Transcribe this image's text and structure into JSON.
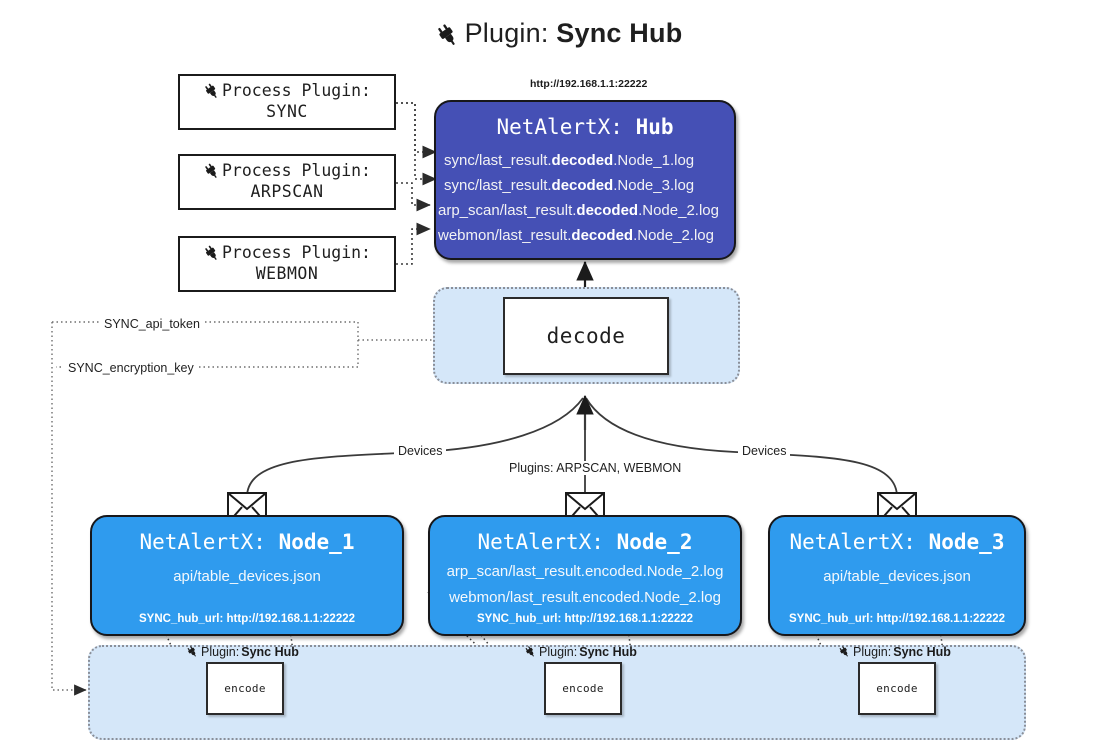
{
  "title": {
    "icon": "plug-icon",
    "label": "Plugin:",
    "name": "Sync Hub"
  },
  "process_plugins": [
    {
      "icon": "plug-icon",
      "heading": "Process Plugin:",
      "name": "SYNC"
    },
    {
      "icon": "plug-icon",
      "heading": "Process Plugin:",
      "name": "ARPSCAN"
    },
    {
      "icon": "plug-icon",
      "heading": "Process Plugin:",
      "name": "WEBMON"
    }
  ],
  "hub": {
    "url": "http://192.168.1.1:22222",
    "app": "NetAlertX:",
    "name": "Hub",
    "logs": [
      {
        "pre": "sync/last_result.",
        "mid": "decoded",
        "post": ".Node_1.log"
      },
      {
        "pre": "sync/last_result.",
        "mid": "decoded",
        "post": ".Node_3.log"
      },
      {
        "pre": "arp_scan/last_result.",
        "mid": "decoded",
        "post": ".Node_2.log"
      },
      {
        "pre": "webmon/last_result.",
        "mid": "decoded",
        "post": ".Node_2.log"
      }
    ]
  },
  "decode": {
    "label": "decode"
  },
  "secrets": [
    {
      "label": "SYNC_api_token"
    },
    {
      "label": "SYNC_encryption_key"
    }
  ],
  "edge_labels": {
    "devices_left": "Devices",
    "devices_right": "Devices",
    "plugins_center": "Plugins: ARPSCAN, WEBMON"
  },
  "nodes": [
    {
      "app": "NetAlertX:",
      "name": "Node_1",
      "lines": [
        "api/table_devices.json"
      ],
      "footer": "SYNC_hub_url: http://192.168.1.1:22222",
      "envelope_icon": "envelope-icon"
    },
    {
      "app": "NetAlertX:",
      "name": "Node_2",
      "lines": [
        "arp_scan/last_result.encoded.Node_2.log",
        "webmon/last_result.encoded.Node_2.log"
      ],
      "footer": "SYNC_hub_url: http://192.168.1.1:22222",
      "envelope_icon": "envelope-icon"
    },
    {
      "app": "NetAlertX:",
      "name": "Node_3",
      "lines": [
        "api/table_devices.json"
      ],
      "footer": "SYNC_hub_url: http://192.168.1.1:22222",
      "envelope_icon": "envelope-icon"
    }
  ],
  "encoders": [
    {
      "plugin_label": "Plugin:",
      "plugin_name": "Sync Hub",
      "box_label": "encode",
      "icon": "plug-icon"
    },
    {
      "plugin_label": "Plugin:",
      "plugin_name": "Sync Hub",
      "box_label": "encode",
      "icon": "plug-icon"
    },
    {
      "plugin_label": "Plugin:",
      "plugin_name": "Sync Hub",
      "box_label": "encode",
      "icon": "plug-icon"
    }
  ],
  "colors": {
    "hub": "#4550b5",
    "node": "#2f9bee",
    "container": "#d5e7f9",
    "stroke": "#17171a",
    "background": "#ffffff"
  }
}
